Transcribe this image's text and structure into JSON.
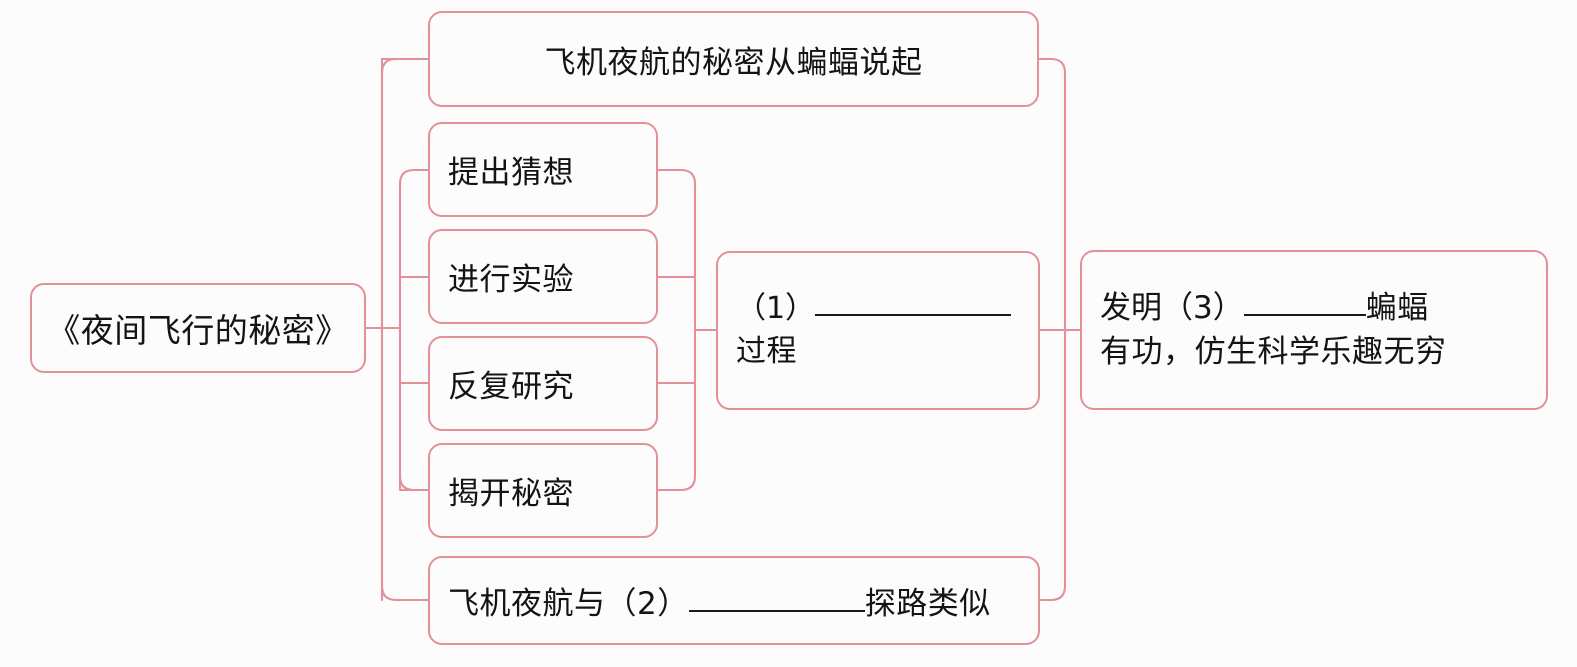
{
  "diagram": {
    "type": "mind-map",
    "title_node": {
      "label": "《夜间飞行的秘密》"
    },
    "branches": [
      {
        "id": "top",
        "label": "飞机夜航的秘密从蝙蝠说起"
      },
      {
        "id": "steps",
        "items": [
          {
            "label": "提出猜想"
          },
          {
            "label": "进行实验"
          },
          {
            "label": "反复研究"
          },
          {
            "label": "揭开秘密"
          }
        ]
      },
      {
        "id": "bottom",
        "prefix": "飞机夜航与（2）",
        "blank": "",
        "suffix": "探路类似"
      }
    ],
    "process_node": {
      "line1_prefix": "（1）",
      "line1_blank": "",
      "line2": "过程"
    },
    "result_node": {
      "line1_prefix": "发明（3）",
      "line1_blank": "",
      "line1_suffix": "蝙蝠",
      "line2": "有功，仿生科学乐趣无穷"
    },
    "colors": {
      "border": "#e4909a",
      "text": "#141414",
      "background": "#fdfcfc",
      "rule": "#1a1a1a"
    }
  }
}
